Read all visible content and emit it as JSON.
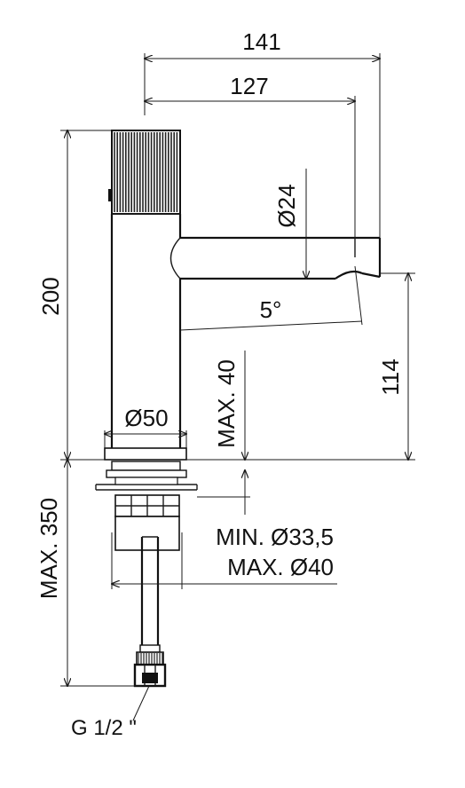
{
  "dimensions": {
    "overall_reach": "141",
    "spout_reach": "127",
    "spout_diameter": "Ø24",
    "height": "200",
    "spout_angle": "5°",
    "spout_height": "114",
    "max_deck": "MAX. 40",
    "base_diameter": "Ø50",
    "max_hose": "MAX. 350",
    "min_hole": "MIN. Ø33,5",
    "max_hole": "MAX. Ø40",
    "connector": "G 1/2 \""
  }
}
